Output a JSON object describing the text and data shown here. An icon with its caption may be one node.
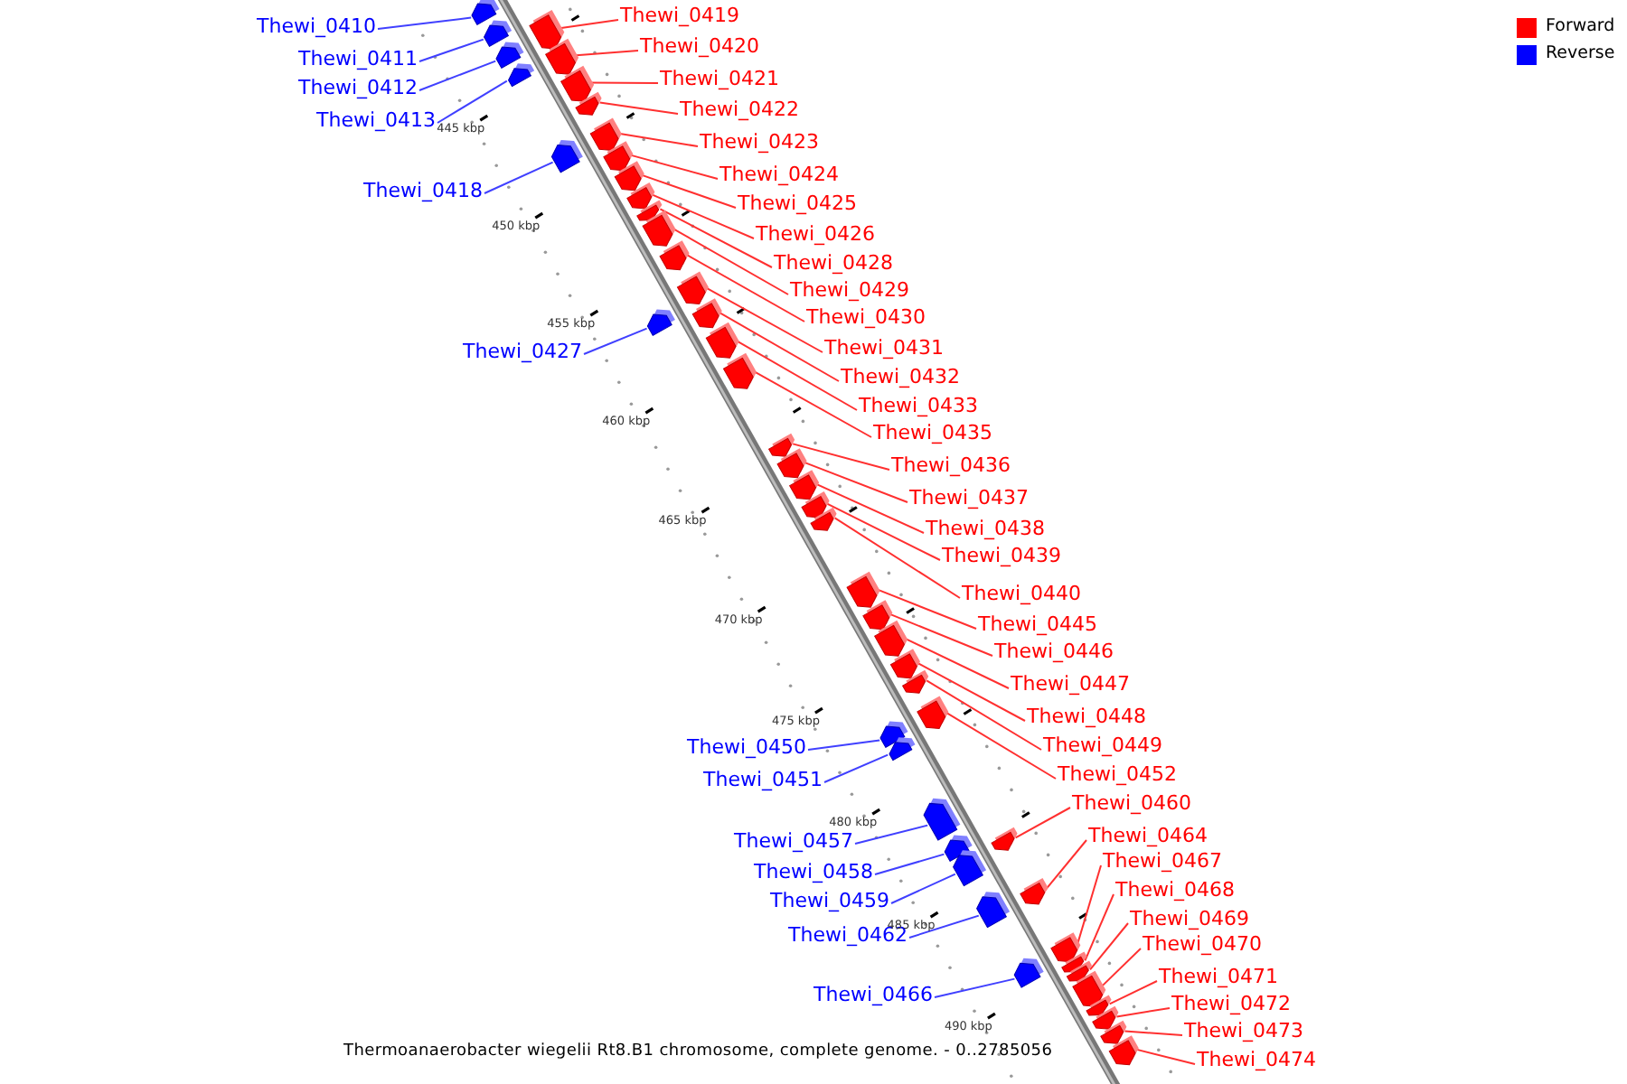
{
  "diagram": {
    "caption": "Thermoanaerobacter wiegelii Rt8.B1 chromosome, complete genome. - 0..2785056",
    "nodes": [
      {
        "text": [
          "Thewi_0410"
        ]
      },
      {
        "text": [],
        "shape": "box"
      },
      {
        "text": [
          "Thewi_0411"
        ]
      },
      {
        "text": [],
        "shape": "box"
      },
      {
        "text": [
          "Thewi_0412"
        ]
      },
      {
        "text": [],
        "shape": "box"
      },
      {
        "text": [
          "Thewi_0413"
        ]
      },
      {
        "text": [],
        "shape": "box"
      },
      {
        "text": [
          "Thewi_0418"
        ]
      },
      {
        "text": [],
        "shape": "box"
      },
      {
        "text": [
          "Thewi_0419"
        ]
      },
      {
        "text": [],
        "shape": "box"
      },
      {
        "text": [
          "Thewi_0420"
        ]
      },
      {
        "text": [],
        "shape": "box"
      },
      {
        "text": [
          "Thewi_0421"
        ]
      },
      {
        "text": [],
        "shape": "box"
      },
      {
        "text": [
          "Thewi_0422"
        ]
      },
      {
        "text": [],
        "shape": "box"
      },
      {
        "text": [
          "Thewi_0423"
        ]
      },
      {
        "text": [],
        "shape": "box"
      },
      {
        "text": [
          "Thewi_0424"
        ]
      },
      {
        "text": [],
        "shape": "box"
      },
      {
        "text": [
          "Thewi_0425"
        ]
      },
      {
        "text": [],
        "shape": "box"
      },
      {
        "text": [
          "Thewi_0426"
        ]
      },
      {
        "text": [],
        "shape": "box"
      },
      {
        "text": [
          "Thewi_0427"
        ]
      },
      {
        "text": [],
        "shape": "box"
      },
      {
        "text": [
          "Thewi_0428"
        ]
      },
      {
        "text": [],
        "shape": "box"
      },
      {
        "text": [
          "Thewi_0429"
        ]
      },
      {
        "text": [],
        "shape": "box"
      },
      {
        "text": [
          "Thewi_0430"
        ]
      },
      {
        "text": [],
        "shape": "box"
      },
      {
        "text": [
          "Thewi_0431"
        ]
      },
      {
        "text": [],
        "shape": "box"
      },
      {
        "text": [
          "Thewi_0432"
        ]
      },
      {
        "text": [],
        "shape": "box"
      },
      {
        "text": [
          "Thewi_0433"
        ]
      },
      {
        "text": [],
        "shape": "box"
      },
      {
        "text": [
          "Thewi_0435"
        ]
      },
      {
        "text": [],
        "shape": "box"
      },
      {
        "text": [
          "Thewi_0436"
        ]
      },
      {
        "text": [],
        "shape": "box"
      },
      {
        "text": [
          "Thewi_0437"
        ]
      },
      {
        "text": [],
        "shape": "box"
      },
      {
        "text": [
          "Thewi_0438"
        ]
      },
      {
        "text": [],
        "shape": "box"
      },
      {
        "text": [
          "Thewi_0439"
        ]
      },
      {
        "text": [],
        "shape": "box"
      },
      {
        "text": [
          "Thewi_0440"
        ]
      },
      {
        "text": [],
        "shape": "box"
      },
      {
        "text": [
          "Thewi_0445"
        ]
      },
      {
        "text": [],
        "shape": "box"
      },
      {
        "text": [
          "Thewi_0446"
        ]
      },
      {
        "text": [],
        "shape": "box"
      },
      {
        "text": [
          "Thewi_0447"
        ]
      },
      {
        "text": [],
        "shape": "box"
      },
      {
        "text": [
          "Thewi_0448"
        ]
      },
      {
        "text": [],
        "shape": "box"
      },
      {
        "text": [
          "Thewi_0449"
        ]
      },
      {
        "text": [],
        "shape": "box"
      },
      {
        "text": [
          "Thewi_0450"
        ]
      },
      {
        "text": [],
        "shape": "box"
      },
      {
        "text": [
          "Thewi_0451"
        ]
      },
      {
        "text": [],
        "shape": "box"
      },
      {
        "text": [
          "Thewi_0452"
        ]
      },
      {
        "text": [],
        "shape": "box"
      },
      {
        "text": [
          "Thewi_0457"
        ]
      },
      {
        "text": [],
        "shape": "box"
      },
      {
        "text": [
          "Thewi_0458"
        ]
      },
      {
        "text": [],
        "shape": "box"
      },
      {
        "text": [
          "Thewi_0459"
        ]
      },
      {
        "text": [],
        "shape": "box"
      },
      {
        "text": [
          "Thewi_0460"
        ]
      },
      {
        "text": [],
        "shape": "box"
      },
      {
        "text": [
          "Thewi_0462"
        ]
      },
      {
        "text": [],
        "shape": "box"
      },
      {
        "text": [
          "Thewi_0464"
        ]
      },
      {
        "text": [],
        "shape": "box"
      },
      {
        "text": [
          "Thewi_0466"
        ]
      },
      {
        "text": [],
        "shape": "box"
      },
      {
        "text": [
          "Thewi_0467"
        ]
      },
      {
        "text": [],
        "shape": "box"
      },
      {
        "text": [
          "Thewi_0468"
        ]
      },
      {
        "text": [],
        "shape": "box"
      },
      {
        "text": [
          "Thewi_0469"
        ]
      },
      {
        "text": [],
        "shape": "box"
      },
      {
        "text": [
          "Thewi_0470"
        ]
      },
      {
        "text": [],
        "shape": "box"
      },
      {
        "text": [
          "Thewi_0471"
        ]
      },
      {
        "text": [],
        "shape": "box"
      },
      {
        "text": [
          "Thewi_0472"
        ]
      },
      {
        "text": [],
        "shape": "box"
      },
      {
        "text": [
          "Thewi_0473"
        ]
      },
      {
        "text": [],
        "shape": "box"
      },
      {
        "text": [
          "Thewi_0474"
        ]
      },
      {
        "text": [],
        "shape": "box"
      }
    ],
    "edges": [
      {
        "from": 0,
        "to": 1,
        "arrow": "none",
        "color": "#4040ff"
      },
      {
        "from": 2,
        "to": 3,
        "arrow": "none",
        "color": "#4040ff"
      },
      {
        "from": 4,
        "to": 5,
        "arrow": "none",
        "color": "#4040ff"
      },
      {
        "from": 6,
        "to": 7,
        "arrow": "none",
        "color": "#4040ff"
      },
      {
        "from": 8,
        "to": 9,
        "arrow": "none",
        "color": "#4040ff"
      },
      {
        "from": 10,
        "to": 11,
        "arrow": "none"
      },
      {
        "from": 12,
        "to": 13,
        "arrow": "none"
      },
      {
        "from": 14,
        "to": 15,
        "arrow": "none"
      },
      {
        "from": 16,
        "to": 17,
        "arrow": "none"
      },
      {
        "from": 18,
        "to": 19,
        "arrow": "none"
      },
      {
        "from": 20,
        "to": 21,
        "arrow": "none"
      },
      {
        "from": 22,
        "to": 23,
        "arrow": "none"
      },
      {
        "from": 24,
        "to": 25,
        "arrow": "none"
      },
      {
        "from": 26,
        "to": 27,
        "arrow": "none",
        "color": "#4040ff"
      },
      {
        "from": 28,
        "to": 29,
        "arrow": "none"
      },
      {
        "from": 30,
        "to": 31,
        "arrow": "none"
      },
      {
        "from": 32,
        "to": 33,
        "arrow": "none"
      },
      {
        "from": 34,
        "to": 35,
        "arrow": "none"
      },
      {
        "from": 36,
        "to": 37,
        "arrow": "none"
      },
      {
        "from": 38,
        "to": 39,
        "arrow": "none"
      },
      {
        "from": 40,
        "to": 41,
        "arrow": "none"
      },
      {
        "from": 42,
        "to": 43,
        "arrow": "none"
      },
      {
        "from": 44,
        "to": 45,
        "arrow": "none"
      },
      {
        "from": 46,
        "to": 47,
        "arrow": "none"
      },
      {
        "from": 48,
        "to": 49,
        "arrow": "none"
      },
      {
        "from": 50,
        "to": 51,
        "arrow": "none"
      },
      {
        "from": 52,
        "to": 53,
        "arrow": "none"
      },
      {
        "from": 54,
        "to": 55,
        "arrow": "none"
      },
      {
        "from": 56,
        "to": 57,
        "arrow": "none"
      },
      {
        "from": 58,
        "to": 59,
        "arrow": "none"
      },
      {
        "from": 60,
        "to": 61,
        "arrow": "none"
      },
      {
        "from": 62,
        "to": 63,
        "arrow": "none",
        "color": "#4040ff"
      },
      {
        "from": 64,
        "to": 65,
        "arrow": "none",
        "color": "#4040ff"
      },
      {
        "from": 66,
        "to": 67,
        "arrow": "none"
      },
      {
        "from": 68,
        "to": 69,
        "arrow": "none",
        "color": "#4040ff"
      },
      {
        "from": 70,
        "to": 71,
        "arrow": "none",
        "color": "#4040ff"
      },
      {
        "from": 72,
        "to": 73,
        "arrow": "none",
        "color": "#4040ff"
      },
      {
        "from": 74,
        "to": 75,
        "arrow": "none"
      },
      {
        "from": 76,
        "to": 77,
        "arrow": "none",
        "color": "#4040ff"
      },
      {
        "from": 78,
        "to": 79,
        "arrow": "none"
      },
      {
        "from": 80,
        "to": 81,
        "arrow": "none",
        "color": "#4040ff"
      },
      {
        "from": 82,
        "to": 83,
        "arrow": "none"
      },
      {
        "from": 84,
        "to": 85,
        "arrow": "none"
      },
      {
        "from": 86,
        "to": 87,
        "arrow": "none"
      },
      {
        "from": 88,
        "to": 89,
        "arrow": "none"
      },
      {
        "from": 90,
        "to": 91,
        "arrow": "none"
      },
      {
        "from": 92,
        "to": 93,
        "arrow": "none"
      },
      {
        "from": 94,
        "to": 95,
        "arrow": "none"
      },
      {
        "from": 96,
        "to": 97,
        "arrow": "none"
      }
    ],
    "labels": [
      "445 kbp",
      "450 kbp",
      "455 kbp",
      "460 kbp",
      "465 kbp",
      "470 kbp",
      "475 kbp",
      "480 kbp",
      "485 kbp",
      "490 kbp"
    ],
    "legend": [
      {
        "text": "Forward",
        "color": "#ff0000"
      },
      {
        "text": "Reverse",
        "color": "#0000ff"
      }
    ]
  }
}
